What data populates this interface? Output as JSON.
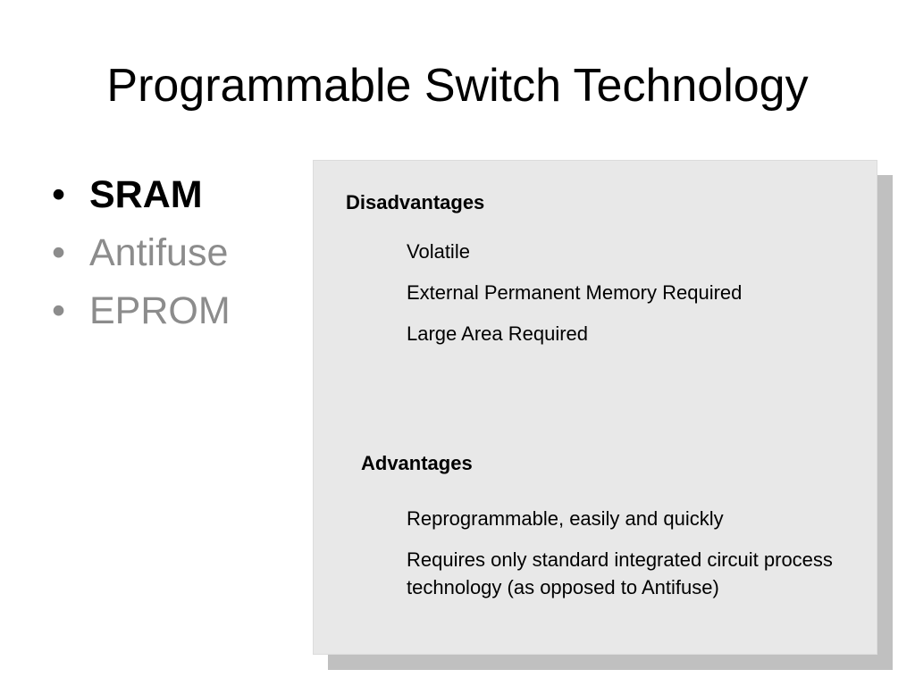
{
  "slide": {
    "title": "Programmable Switch Technology",
    "bullets": [
      {
        "label": "SRAM",
        "state": "active"
      },
      {
        "label": "Antifuse",
        "state": "inactive"
      },
      {
        "label": "EPROM",
        "state": "inactive"
      }
    ],
    "bullet_glyph": "•"
  },
  "panel": {
    "disadvantages": {
      "heading": "Disadvantages",
      "items": [
        "Volatile",
        "External Permanent Memory Required",
        "Large Area Required"
      ]
    },
    "advantages": {
      "heading": "Advantages",
      "items": [
        "Reprogrammable, easily and quickly",
        "Requires only standard integrated circuit process technology (as opposed to Antifuse)"
      ]
    }
  },
  "colors": {
    "active_text": "#000000",
    "inactive_text": "#8c8c8c",
    "panel_background": "#e8e8e8",
    "panel_shadow": "#c0c0c0"
  }
}
